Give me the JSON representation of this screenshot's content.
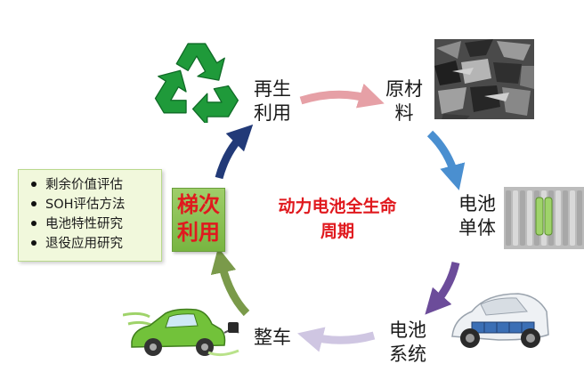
{
  "center_title": [
    "动力电池全生命",
    "周期"
  ],
  "nodes": {
    "recycle": [
      "再生",
      "利用"
    ],
    "raw_material": [
      "原材",
      "料"
    ],
    "battery_cell": [
      "电池",
      "单体"
    ],
    "battery_system": [
      "电池",
      "系统"
    ],
    "vehicle": [
      "整车"
    ],
    "cascade": [
      "梯次",
      "利用"
    ]
  },
  "cascade_items": [
    "剩余价值评估",
    "SOH评估方法",
    "电池特性研究",
    "退役应用研究"
  ],
  "colors": {
    "recycle_symbol": "#1f9a3a",
    "arrow_pink": "#e6a0a6",
    "arrow_blue": "#4a8fd0",
    "arrow_purple": "#6c4c9a",
    "arrow_lavender": "#cfc6e2",
    "arrow_olive": "#7a9a4a",
    "arrow_navy": "#223a78",
    "center_title": "#e0191e"
  },
  "icons": [
    "recycle-icon",
    "raw-material-image",
    "battery-cell-image",
    "battery-system-image",
    "electric-car-image"
  ]
}
